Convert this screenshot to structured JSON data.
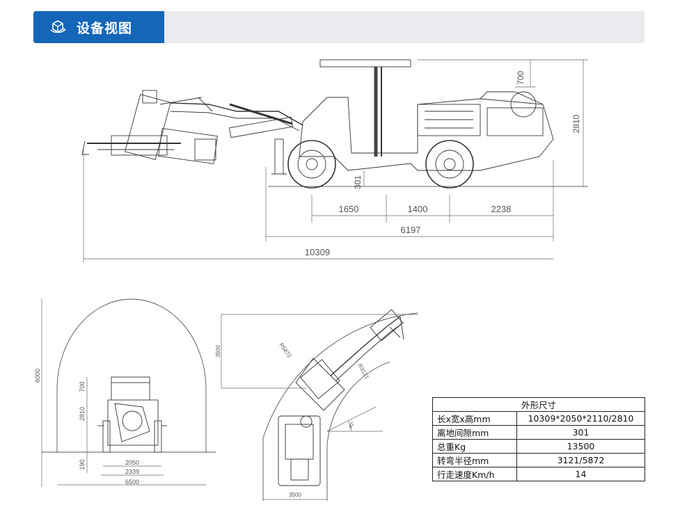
{
  "header": {
    "title": "设备视图",
    "icon": "cube-rotate-icon",
    "accent": "#1565b8"
  },
  "side_view": {
    "dims": {
      "height_top": "700",
      "height_total": "2810",
      "ground_clearance": "301",
      "wheel_front": "1650",
      "wheelbase": "1400",
      "rear_overhang": "2238",
      "body_length": "6197",
      "total_length": "10309"
    }
  },
  "front_view": {
    "dims": {
      "tunnel_height": "6000",
      "height_top": "700",
      "height_body": "2810",
      "clearance": "190",
      "track_width": "2050",
      "body_width": "2339",
      "tunnel_width": "6500"
    }
  },
  "turning_view": {
    "dims": {
      "radius_outer": "R5872",
      "radius_inner": "R3121",
      "angle": "40°",
      "height": "3500",
      "width": "3500"
    }
  },
  "specs": {
    "title": "外形尺寸",
    "rows": [
      {
        "label": "长x宽x高mm",
        "value": "10309*2050*2110/2810"
      },
      {
        "label": "离地间隙mm",
        "value": "301"
      },
      {
        "label": "总重Kg",
        "value": "13500"
      },
      {
        "label": "转弯半径mm",
        "value": "3121/5872"
      },
      {
        "label": "行走速度Km/h",
        "value": "14"
      }
    ]
  }
}
